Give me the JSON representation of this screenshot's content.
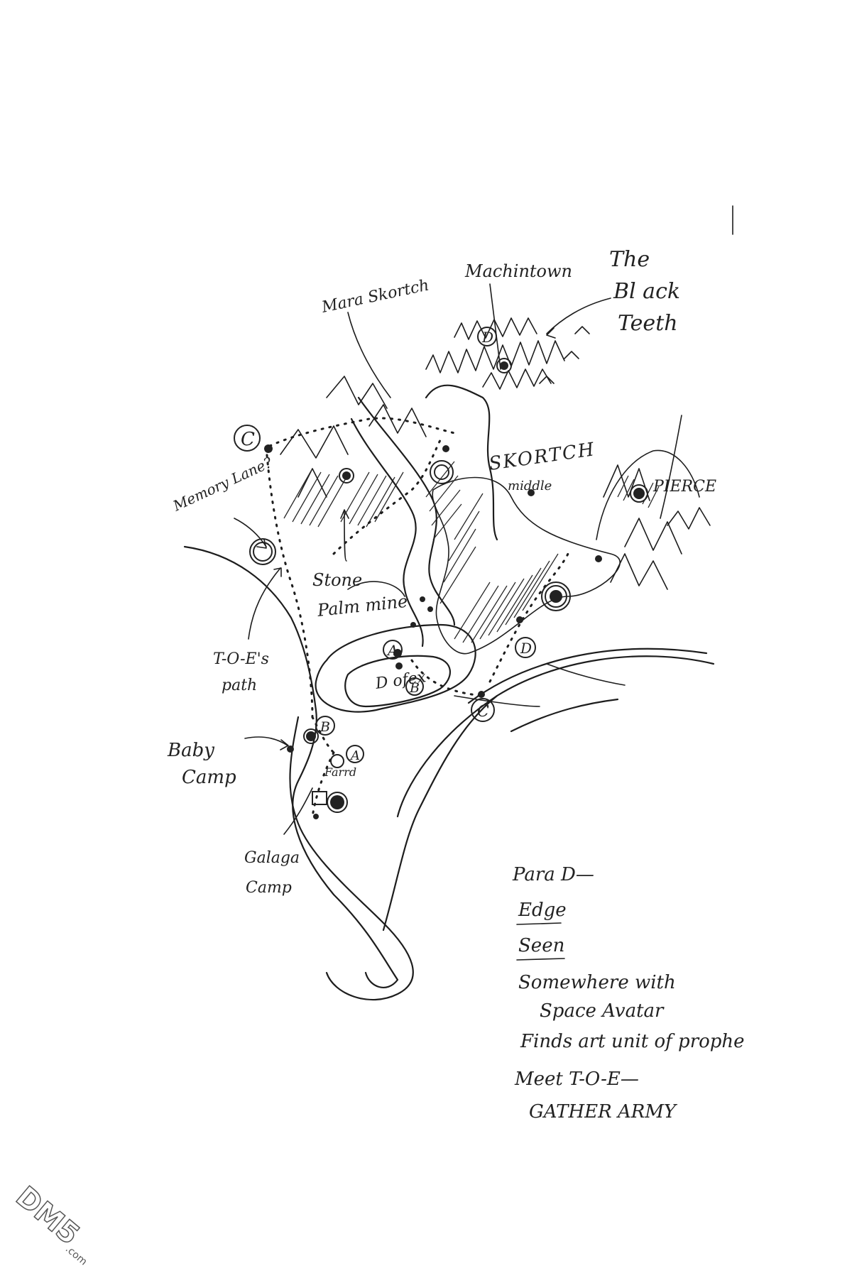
{
  "labels": {
    "black_teeth_1": "The",
    "black_teeth_2": "Bl ack",
    "black_teeth_3": "Teeth",
    "machintown": "Machintown",
    "mara_skortch": "Mara Skortch",
    "skortch": "SKORTCH",
    "middle": "middle",
    "memory_lane": "Memory Lane?",
    "stone_palm_1": "Stone",
    "stone_palm_2": "Palm mine",
    "toe_path_1": "T-O-E's",
    "toe_path_2": "path",
    "pierce": "PIERCE",
    "dofex": "D ofex",
    "baby_camp_1": "Baby",
    "baby_camp_2": "Camp",
    "farrd": "Farrd",
    "galaga_camp_1": "Galaga",
    "galaga_camp_2": "Camp"
  },
  "markers": {
    "a": "A",
    "b": "B",
    "c": "C",
    "d": "D"
  },
  "notes": {
    "line1": "Para D—",
    "line2": "Edge",
    "line3": "Seen",
    "line4": "Somewhere with",
    "line5": "Space Avatar",
    "line6": "Finds art unit of prophe",
    "line7": "Meet T-O-E—",
    "line8": "GATHER ARMY"
  },
  "watermark": {
    "main": "DM5",
    "sub": ".com"
  },
  "colors": {
    "ink": "#1d1d1d",
    "paper": "#ffffff"
  }
}
